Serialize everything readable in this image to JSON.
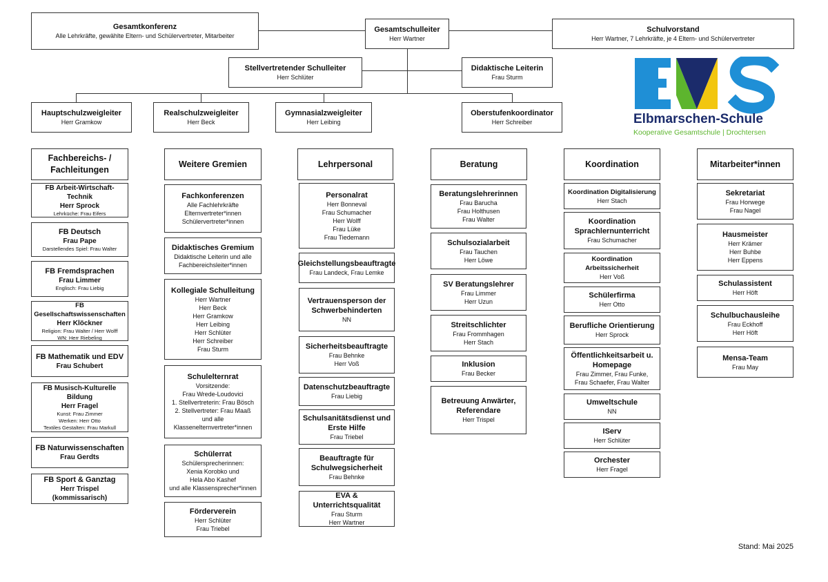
{
  "top": {
    "gesamtkonferenz": {
      "title": "Gesamtkonferenz",
      "sub": "Alle Lehrkräfte, gewählte Eltern- und Schülervertreter, Mitarbeiter"
    },
    "gesamtschulleiter": {
      "title": "Gesamtschulleiter",
      "sub": "Herr Wartner"
    },
    "schulvorstand": {
      "title": "Schulvorstand",
      "sub": "Herr Wartner, 7 Lehrkräfte, je 4 Eltern- und Schülervertreter"
    },
    "stellvertreter": {
      "title": "Stellvertretender Schulleiter",
      "sub": "Herr Schlüter"
    },
    "didaktische": {
      "title": "Didaktische Leiterin",
      "sub": "Frau Sturm"
    }
  },
  "zweige": [
    {
      "title": "Hauptschulzweigleiter",
      "sub": "Herr Gramkow"
    },
    {
      "title": "Realschulzweigleiter",
      "sub": "Herr Beck"
    },
    {
      "title": "Gymnasialzweigleiter",
      "sub": "Herr Leibing"
    },
    {
      "title": "Oberstufenkoordinator",
      "sub": "Herr Schreiber"
    }
  ],
  "logo": {
    "letters": "EVS",
    "name": "Elbmarschen-Schule",
    "tagline": "Kooperative Gesamtschule | Drochtersen",
    "colors": {
      "blue": "#1f8fd6",
      "green": "#5db52e",
      "yellow": "#f2c60f",
      "navy": "#1b2b6b"
    }
  },
  "columns": {
    "fachbereiche": {
      "header": "Fachbereichs- / Fachleitungen",
      "items": [
        {
          "title": "FB Arbeit-Wirtschaft-Technik",
          "lead": "Herr Sprock",
          "notes": [
            "Lehrküche: Frau Eifers"
          ]
        },
        {
          "title": "FB Deutsch",
          "lead": "Frau Pape",
          "notes": [
            "Darstellendes Spiel: Frau Walter"
          ]
        },
        {
          "title": "FB Fremdsprachen",
          "lead": "Frau Limmer",
          "notes": [
            "Englisch: Frau Liebig"
          ]
        },
        {
          "title": "FB Gesellschaftswissenschaften",
          "lead": "Herr Klöckner",
          "notes": [
            "Religion: Frau Walter / Herr Wolff",
            "WN: Herr Riebeling"
          ]
        },
        {
          "title": "FB Mathematik und EDV",
          "lead": "Frau Schubert",
          "notes": []
        },
        {
          "title": "FB Musisch-Kulturelle Bildung",
          "lead": "Herr Fragel",
          "notes": [
            "Kunst: Frau Zimmer",
            "Werken: Herr Otto",
            "Textiles Gestalten: Frau Markull"
          ]
        },
        {
          "title": "FB Naturwissenschaften",
          "lead": "Frau Gerdts",
          "notes": []
        },
        {
          "title": "FB Sport & Ganztag",
          "lead": "Herr Trispel (kommissarisch)",
          "notes": []
        }
      ]
    },
    "gremien": {
      "header": "Weitere Gremien",
      "items": [
        {
          "title": "Fachkonferenzen",
          "lines": [
            "Alle Fachlehrkräfte",
            "Elternvertreter*innen",
            "Schülervertreter*innen"
          ]
        },
        {
          "title": "Didaktisches Gremium",
          "lines": [
            "Didaktische Leiterin und alle",
            "Fachbereichsleiter*innen"
          ]
        },
        {
          "title": "Kollegiale Schulleitung",
          "lines": [
            "Herr Wartner",
            "Herr Beck",
            "Herr Gramkow",
            "Herr Leibing",
            "Herr Schlüter",
            "Herr Schreiber",
            "Frau Sturm"
          ]
        },
        {
          "title": "Schulelternrat",
          "lines": [
            "Vorsitzende:",
            "Frau Wrede-Loudovici",
            "1. Stellvertreterin: Frau Bösch",
            "2. Stellvertreter: Frau Maaß",
            "und alle",
            "Klassenelternvertreter*innen"
          ]
        },
        {
          "title": "Schülerrat",
          "lines": [
            "Schülersprecherinnen:",
            "Xenia Korobko und",
            "Hela Abo Kashef",
            "und alle Klassensprecher*innen"
          ]
        },
        {
          "title": "Förderverein",
          "lines": [
            "Herr Schlüter",
            "Frau Triebel"
          ]
        }
      ]
    },
    "lehrpersonal": {
      "header": "Lehrpersonal",
      "items": [
        {
          "title": "Personalrat",
          "lines": [
            "Herr Bonneval",
            "Frau Schumacher",
            "Herr Wolff",
            "Frau Lüke",
            "Frau Tiedemann"
          ]
        },
        {
          "title": "Gleichstellungsbeauftragte",
          "lines": [
            "Frau Landeck, Frau Lemke"
          ]
        },
        {
          "title": "Vertrauensperson der Schwerbehinderten",
          "lines": [
            "NN"
          ]
        },
        {
          "title": "Sicherheitsbeauftragte",
          "lines": [
            "Frau Behnke",
            "Herr Voß"
          ]
        },
        {
          "title": "Datenschutzbeauftragte",
          "lines": [
            "Frau Liebig"
          ]
        },
        {
          "title": "Schulsanitätsdienst und Erste Hilfe",
          "lines": [
            "Frau Triebel"
          ]
        },
        {
          "title": "Beauftragte für Schulwegsicherheit",
          "lines": [
            "Frau Behnke"
          ]
        },
        {
          "title": "EVA & Unterrichtsqualität",
          "lines": [
            "Frau Sturm",
            "Herr Wartner"
          ]
        }
      ]
    },
    "beratung": {
      "header": "Beratung",
      "items": [
        {
          "title": "Beratungslehrerinnen",
          "lines": [
            "Frau Barucha",
            "Frau Holthusen",
            "Frau Walter"
          ]
        },
        {
          "title": "Schulsozialarbeit",
          "lines": [
            "Frau Tauchen",
            "Herr Löwe"
          ]
        },
        {
          "title": "SV Beratungslehrer",
          "lines": [
            "Frau Limmer",
            "Herr Uzun"
          ]
        },
        {
          "title": "Streitschlichter",
          "lines": [
            "Frau Frommhagen",
            "Herr Stach"
          ]
        },
        {
          "title": "Inklusion",
          "lines": [
            "Frau Becker"
          ]
        },
        {
          "title": "Betreuung Anwärter, Referendare",
          "lines": [
            "Herr Trispel"
          ]
        }
      ]
    },
    "koordination": {
      "header": "Koordination",
      "items": [
        {
          "title": "Koordination Digitalisierung",
          "lines": [
            "Herr Stach"
          ]
        },
        {
          "title": "Koordination Sprachlernunterricht",
          "lines": [
            "Frau Schumacher"
          ]
        },
        {
          "title": "Koordination Arbeitssicherheit",
          "lines": [
            "Herr Voß"
          ]
        },
        {
          "title": "Schülerfirma",
          "lines": [
            "Herr Otto"
          ]
        },
        {
          "title": "Berufliche Orientierung",
          "lines": [
            "Herr Sprock"
          ]
        },
        {
          "title": "Öffentlichkeitsarbeit u. Homepage",
          "lines": [
            "Frau Zimmer, Frau Funke,",
            "Frau Schaefer, Frau Walter"
          ]
        },
        {
          "title": "Umweltschule",
          "lines": [
            "NN"
          ]
        },
        {
          "title": "IServ",
          "lines": [
            "Herr Schlüter"
          ]
        },
        {
          "title": "Orchester",
          "lines": [
            "Herr Fragel"
          ]
        }
      ]
    },
    "mitarbeiter": {
      "header": "Mitarbeiter*innen",
      "items": [
        {
          "title": "Sekretariat",
          "lines": [
            "Frau Horwege",
            "Frau Nagel"
          ]
        },
        {
          "title": "Hausmeister",
          "lines": [
            "Herr Krämer",
            "Herr Buhbe",
            "Herr Eppens"
          ]
        },
        {
          "title": "Schulassistent",
          "lines": [
            "Herr Höft"
          ]
        },
        {
          "title": "Schulbuchausleihe",
          "lines": [
            "Frau Eckhoff",
            "Herr Höft"
          ]
        },
        {
          "title": "Mensa-Team",
          "lines": [
            "Frau May"
          ]
        }
      ]
    }
  },
  "stand": "Stand: Mai 2025"
}
